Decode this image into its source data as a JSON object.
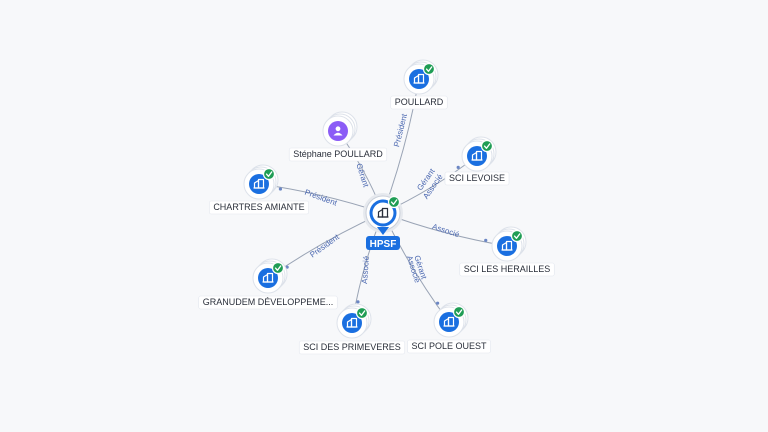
{
  "graph": {
    "center": {
      "label": "HPSF",
      "icon": "building-icon"
    },
    "nodes": [
      {
        "id": "poullard",
        "label": "POULLARD",
        "type": "company",
        "icon": "building-icon",
        "verified": true,
        "edge_labels": [
          "Président"
        ]
      },
      {
        "id": "stephane",
        "label": "Stéphane POULLARD",
        "type": "person",
        "icon": "person-icon",
        "verified": false,
        "edge_labels": [
          "Gérant"
        ]
      },
      {
        "id": "levoise",
        "label": "SCI LEVOISE",
        "type": "company",
        "icon": "building-icon",
        "verified": true,
        "edge_labels": [
          "Gérant",
          "Associé"
        ]
      },
      {
        "id": "chartres",
        "label": "CHARTRES AMIANTE",
        "type": "company",
        "icon": "building-icon",
        "verified": true,
        "edge_labels": [
          "Président"
        ]
      },
      {
        "id": "herailles",
        "label": "SCI LES HERAILLES",
        "type": "company",
        "icon": "building-icon",
        "verified": true,
        "edge_labels": [
          "Associé"
        ]
      },
      {
        "id": "granudem",
        "label": "GRANUDEM DÉVELOPPEME...",
        "type": "company",
        "icon": "building-icon",
        "verified": true,
        "edge_labels": [
          "Président"
        ]
      },
      {
        "id": "primeveres",
        "label": "SCI DES PRIMEVERES",
        "type": "company",
        "icon": "building-icon",
        "verified": true,
        "edge_labels": [
          "Associé"
        ]
      },
      {
        "id": "poleouest",
        "label": "SCI POLE OUEST",
        "type": "company",
        "icon": "building-icon",
        "verified": true,
        "edge_labels": [
          "Gérant",
          "Associé"
        ]
      }
    ]
  },
  "colors": {
    "company": "#1a6fe0",
    "person": "#8b5cf6",
    "verified": "#1f9d55",
    "edge": "#9aa4b5",
    "edge_label": "#4a67b0"
  }
}
